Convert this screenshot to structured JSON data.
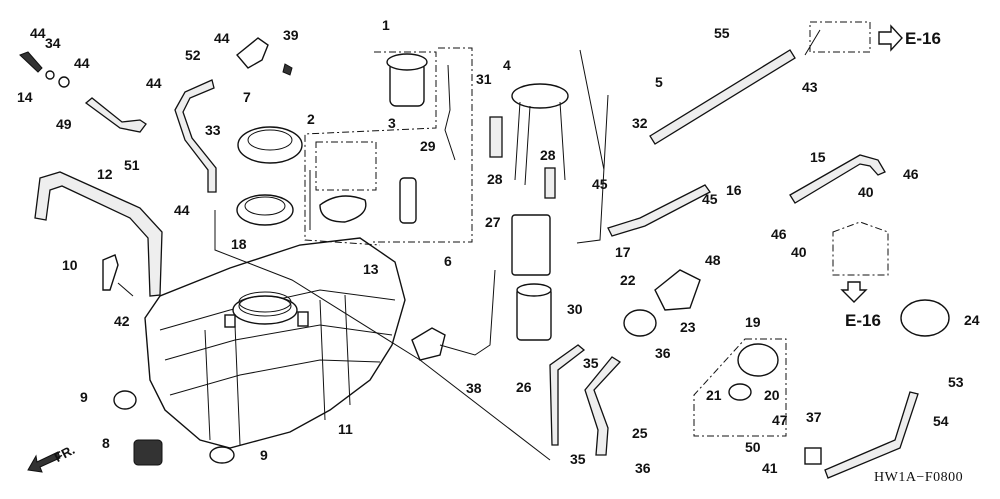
{
  "diagram": {
    "title_code": "HW1A−F0800",
    "front_indicator": "FR.",
    "references": [
      {
        "id": "ref-top",
        "label": "E-16"
      },
      {
        "id": "ref-mid",
        "label": "E-16"
      }
    ],
    "part_labels": [
      {
        "num": "1"
      },
      {
        "num": "2"
      },
      {
        "num": "3"
      },
      {
        "num": "4"
      },
      {
        "num": "5"
      },
      {
        "num": "6"
      },
      {
        "num": "7"
      },
      {
        "num": "8"
      },
      {
        "num": "9"
      },
      {
        "num": "9"
      },
      {
        "num": "10"
      },
      {
        "num": "11"
      },
      {
        "num": "12"
      },
      {
        "num": "13"
      },
      {
        "num": "14"
      },
      {
        "num": "15"
      },
      {
        "num": "16"
      },
      {
        "num": "17"
      },
      {
        "num": "18"
      },
      {
        "num": "19"
      },
      {
        "num": "20"
      },
      {
        "num": "21"
      },
      {
        "num": "22"
      },
      {
        "num": "23"
      },
      {
        "num": "24"
      },
      {
        "num": "25"
      },
      {
        "num": "26"
      },
      {
        "num": "27"
      },
      {
        "num": "28"
      },
      {
        "num": "28"
      },
      {
        "num": "29"
      },
      {
        "num": "30"
      },
      {
        "num": "31"
      },
      {
        "num": "32"
      },
      {
        "num": "33"
      },
      {
        "num": "34"
      },
      {
        "num": "35"
      },
      {
        "num": "35"
      },
      {
        "num": "36"
      },
      {
        "num": "36"
      },
      {
        "num": "37"
      },
      {
        "num": "38"
      },
      {
        "num": "39"
      },
      {
        "num": "40"
      },
      {
        "num": "40"
      },
      {
        "num": "41"
      },
      {
        "num": "42"
      },
      {
        "num": "43"
      },
      {
        "num": "44"
      },
      {
        "num": "44"
      },
      {
        "num": "44"
      },
      {
        "num": "44"
      },
      {
        "num": "44"
      },
      {
        "num": "45"
      },
      {
        "num": "45"
      },
      {
        "num": "46"
      },
      {
        "num": "46"
      },
      {
        "num": "47"
      },
      {
        "num": "48"
      },
      {
        "num": "49"
      },
      {
        "num": "50"
      },
      {
        "num": "51"
      },
      {
        "num": "52"
      },
      {
        "num": "53"
      },
      {
        "num": "54"
      },
      {
        "num": "55"
      }
    ]
  }
}
